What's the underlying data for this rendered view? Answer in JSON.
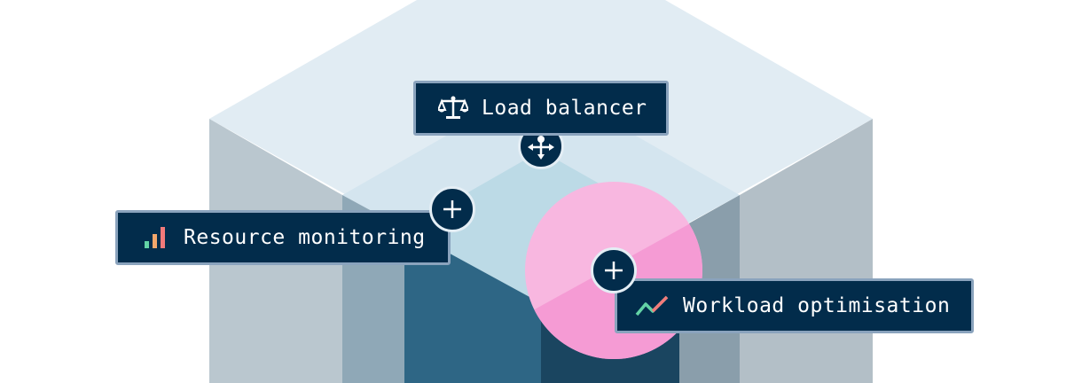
{
  "labels": {
    "load_balancer": "Load balancer",
    "resource_monitoring": "Resource monitoring",
    "workload_optimisation": "Workload optimisation"
  },
  "icons": {
    "load_balancer": "scale-icon",
    "resource_monitoring": "bar-chart-icon",
    "workload_optimisation": "trend-line-icon",
    "hub": "network-hub-icon",
    "expand": "plus-icon"
  },
  "colors": {
    "label_bg": "#022c4b",
    "label_border": "#8aa3bd",
    "cube_top": "#e1ecf3",
    "cube_side_left": "#bac7cf",
    "cube_side_right": "#b3bfc7",
    "inner_top": "#d4e5ef",
    "inner_floor": "#bcdae6",
    "inner_wall_left": "#8fa8b7",
    "inner_wall_right": "#8a9eab",
    "core_left": "#2e6685",
    "core_right": "#1a4560",
    "highlight_circle": "#f8b7e0",
    "highlight_circle_dark": "#f59bd4"
  }
}
